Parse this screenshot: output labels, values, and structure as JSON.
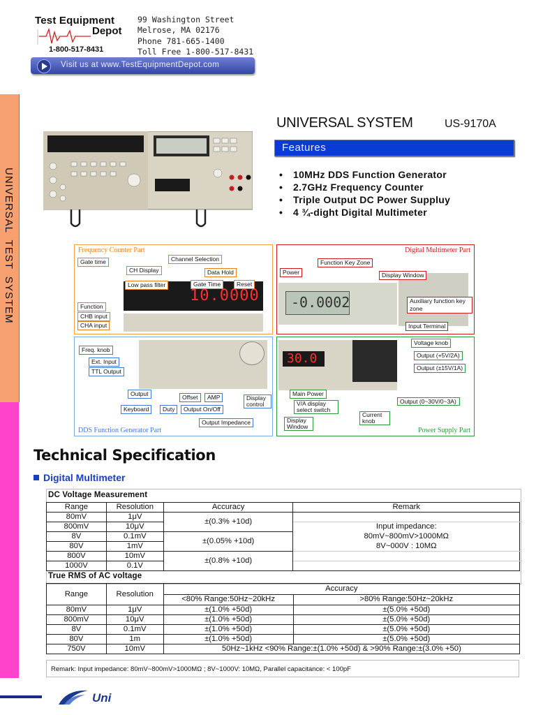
{
  "header": {
    "company_line1": "Test Equipment",
    "company_line2": "Depot",
    "company_phone": "1-800-517-8431",
    "address": [
      "99 Washington Street",
      "Melrose, MA 02176",
      "Phone 781-665-1400",
      "Toll Free 1-800-517-8431"
    ],
    "visit_text": "Visit us at www.TestEquipmentDepot.com"
  },
  "side_band": {
    "text": "UNIVERSAL  TEST  SYSTEM"
  },
  "product": {
    "title": "UNIVERSAL SYSTEM",
    "model": "US-9170A",
    "features_label": "Features",
    "features": [
      "10MHz DDS Function Generator",
      "2.7GHz Frequency Counter",
      "Triple Output DC Power Suppluy",
      "4 ¾-dight Digital Multimeter"
    ]
  },
  "diagram": {
    "fc_title": "Frequency Counter Part",
    "fc_display": "10.0000",
    "fc_labels": [
      "Gate time",
      "CH Display",
      "Channel Selection",
      "Data Hold",
      "Low pass filter",
      "Gate Time",
      "Reset",
      "Function",
      "CHB input",
      "CHA input"
    ],
    "dmm_title": "Digital Multimeter Part",
    "dmm_display": "-0.0002",
    "dmm_labels": [
      "Power",
      "Function Key Zone",
      "Display Window",
      "Auxiliary function key zone",
      "Input  Terminal"
    ],
    "dds_title": "DDS Function Generator Part",
    "dds_labels": [
      "Freq. knob",
      "Ext. Input",
      "TTL Output",
      "Output",
      "Keyboard",
      "Duty",
      "Offset",
      "AMP",
      "Output On/Off",
      "Display control",
      "Output Impedance"
    ],
    "ps_title": "Power Supply Part",
    "ps_display": "30.0",
    "ps_labels": [
      "Voltage knob",
      "Output (+5V/2A)",
      "Output (±15V/1A)",
      "Main Power",
      "V/A display select switch",
      "Display Window",
      "Current knob",
      "Output (0~30V/0~3A)"
    ]
  },
  "spec": {
    "title": "Technical Specification",
    "section": "Digital Multimeter",
    "dcv": {
      "caption": "DC Voltage Measurement",
      "headers": [
        "Range",
        "Resolution",
        "Accuracy",
        "Remark"
      ],
      "rows": [
        [
          "80mV",
          "1μV"
        ],
        [
          "800mV",
          "10μV"
        ],
        [
          "8V",
          "0.1mV"
        ],
        [
          "80V",
          "1mV"
        ],
        [
          "800V",
          "10mV"
        ],
        [
          "1000V",
          "0.1V"
        ]
      ],
      "accuracy": [
        "±(0.3% +10d)",
        "±(0.05% +10d)",
        "±(0.8% +10d)"
      ],
      "remark": [
        "Input impedance:",
        "80mV~800mV>1000MΩ",
        "8V~000V : 10MΩ"
      ]
    },
    "acv": {
      "caption": "True RMS of AC voltage",
      "headers": [
        "Range",
        "Resolution",
        "Accuracy",
        "<80% Range:50Hz~20kHz",
        ">80% Range:50Hz~20kHz"
      ],
      "rows": [
        [
          "80mV",
          "1μV",
          "±(1.0% +50d)",
          "±(5.0% +50d)"
        ],
        [
          "800mV",
          "10μV",
          "±(1.0% +50d)",
          "±(5.0% +50d)"
        ],
        [
          "8V",
          "0.1mV",
          "±(1.0% +50d)",
          "±(5.0% +50d)"
        ],
        [
          "80V",
          "1m",
          "±(1.0% +50d)",
          "±(5.0% +50d)"
        ]
      ],
      "last_row": [
        "750V",
        "10mV",
        "50Hz~1kHz  <90% Range:±(1.0% +50d) & >90% Range:±(3.0% +50)"
      ]
    },
    "remark": "Remark: Input impedance: 80mV~800mV>1000MΩ ; 8V~1000V: 10MΩ, Parallel capacitance: < 100pF"
  },
  "footer": {
    "brand": "Uni"
  },
  "colors": {
    "visit_bar": "#3346a8",
    "features_bar": "#0a3bd4",
    "band_orange": "#f7a070",
    "band_pink": "#ff44cc",
    "section_blue": "#1a3fbf"
  }
}
